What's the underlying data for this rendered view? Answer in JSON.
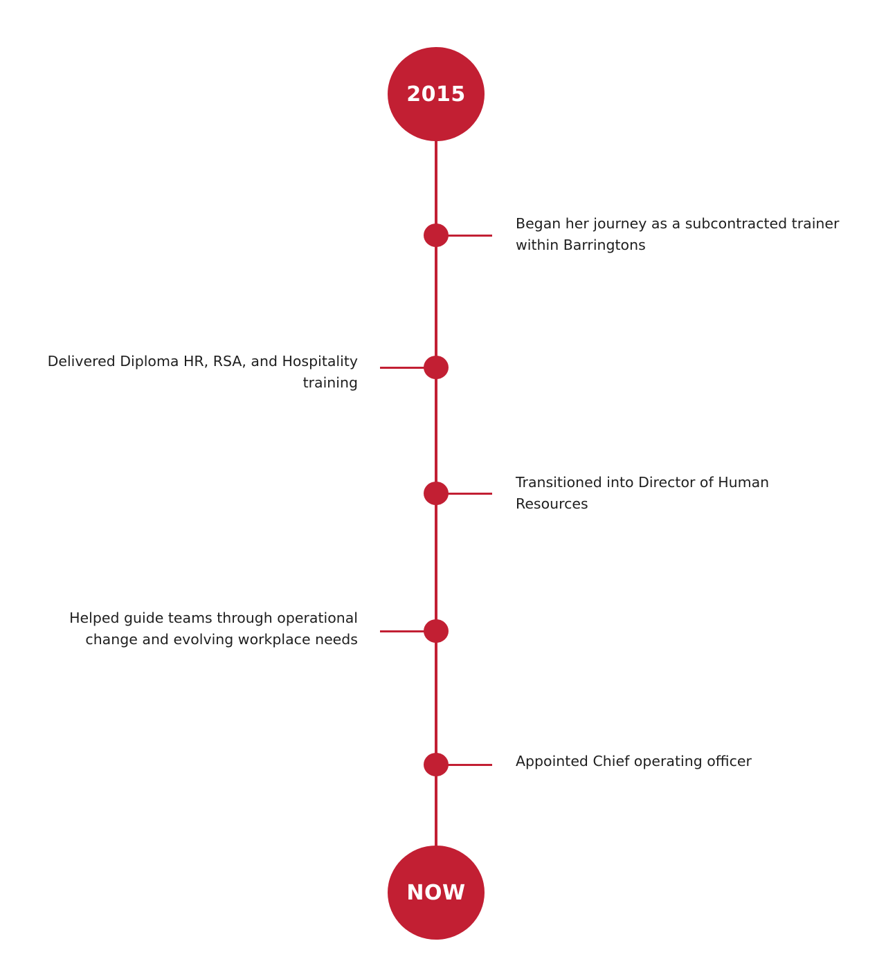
{
  "timeline": {
    "start_label": "2015",
    "end_label": "NOW",
    "accent_color": "#c21f33",
    "events": [
      {
        "side": "right",
        "text": "Began her journey as a subcontracted trainer within Barringtons"
      },
      {
        "side": "left",
        "text": "Delivered Diploma HR, RSA, and Hospitality training"
      },
      {
        "side": "right",
        "text": "Transitioned into Director of Human Resources"
      },
      {
        "side": "left",
        "text": "Helped guide teams through operational change and evolving workplace needs"
      },
      {
        "side": "right",
        "text": "Appointed Chief operating officer"
      }
    ]
  }
}
